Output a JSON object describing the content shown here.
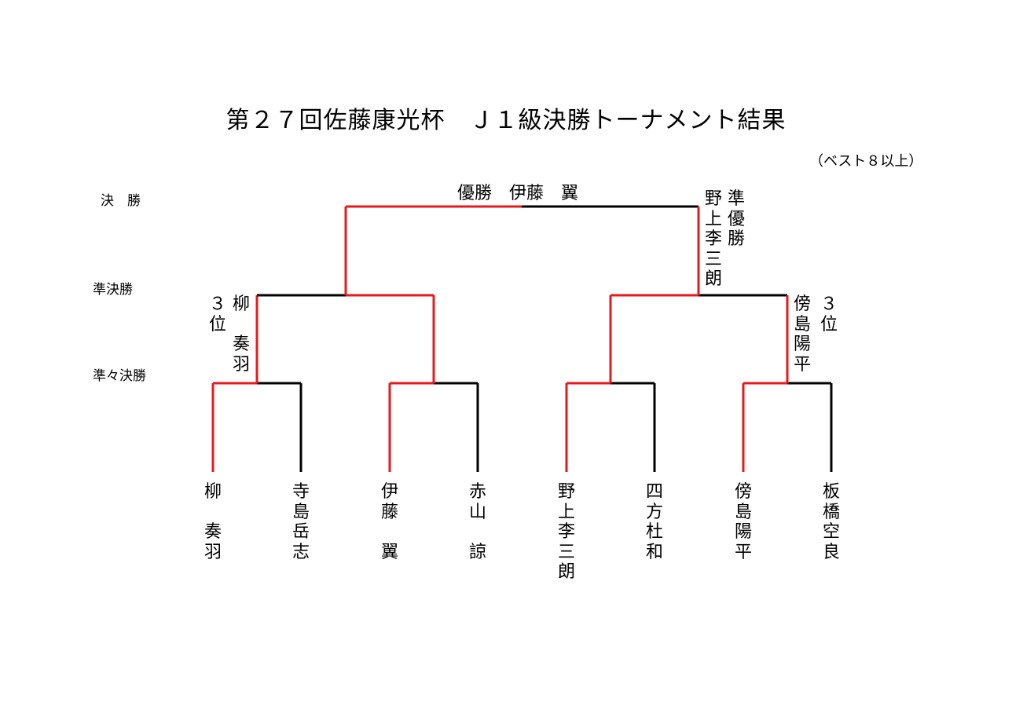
{
  "title": "第２７回佐藤康光杯　Ｊ１級決勝トーナメント結果",
  "subtitle": "（ベスト８以上）",
  "rounds": {
    "final": "決　勝",
    "semi": "準決勝",
    "quarter": "準々決勝"
  },
  "players": [
    "柳\n\n奏\n羽",
    "寺\n島\n岳\n志",
    "伊\n藤\n\n翼",
    "赤\n山\n\n諒",
    "野\n上\n李\n三\n朗",
    "四\n方\n杜\n和",
    "傍\n島\n陽\n平",
    "板\n橋\n空\n良"
  ],
  "results": {
    "champion": "優勝　伊藤　翼",
    "runner_up_label": "準\n優\n勝",
    "runner_up_name": "野\n上\n李\n三\n朗",
    "third_left_label": "３\n位",
    "third_left_name": "柳\n\n奏\n羽",
    "third_right_label": "３\n位",
    "third_right_name": "傍\n島\n陽\n平"
  },
  "colors": {
    "win_line": "#e8191c",
    "lose_line": "#000000"
  }
}
